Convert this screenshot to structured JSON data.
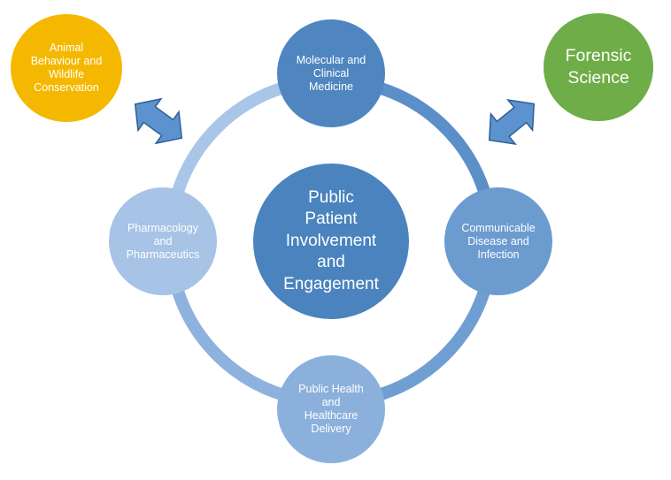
{
  "center": {
    "label": "Public\nPatient\nInvolvement\nand\nEngagement",
    "color": "#4A83BE"
  },
  "nodes": {
    "top": {
      "label": "Molecular and\nClinical\nMedicine",
      "color": "#4F86C0"
    },
    "right": {
      "label": "Communicable\nDisease and\nInfection",
      "color": "#6C9BD0"
    },
    "bottom": {
      "label": "Public Health\nand\nHealthcare\nDelivery",
      "color": "#8BB0DC"
    },
    "left": {
      "label": "Pharmacology\nand\nPharmaceutics",
      "color": "#A7C3E6"
    }
  },
  "external": {
    "animal": {
      "label": "Animal\nBehaviour and\nWildlife\nConservation",
      "color": "#F5B800"
    },
    "forensic": {
      "label": "Forensic\nScience",
      "color": "#6EAD47"
    }
  },
  "colors": {
    "ring_top_right": "#5B8FC8",
    "ring_right_bottom": "#6F9ED2",
    "ring_bottom_left": "#8EB2DE",
    "ring_left_top": "#A9C5E8",
    "arrow_fill": "#5C93CF",
    "arrow_stroke": "#2E5F93"
  },
  "arrows": [
    {
      "name": "animal-link-arrow",
      "icon": "double-arrow-icon"
    },
    {
      "name": "forensic-link-arrow",
      "icon": "double-arrow-icon"
    }
  ]
}
